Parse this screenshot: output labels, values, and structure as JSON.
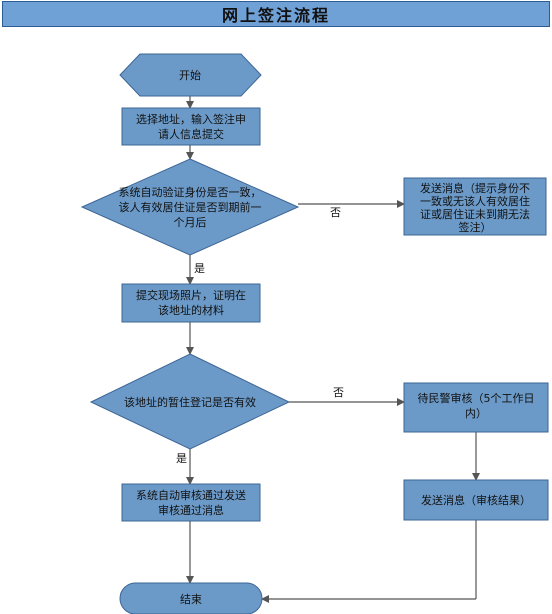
{
  "title": "网上签注流程",
  "colors": {
    "node_fill": "#6c9ac8",
    "node_stroke": "#3c6595",
    "title_fill": "#6fa0d6",
    "arrow": "#555555"
  },
  "nodes": {
    "start": {
      "lines": [
        "开始"
      ]
    },
    "input": {
      "lines": [
        "选择地址，输入签注申",
        "请人信息提交"
      ]
    },
    "verify": {
      "lines": [
        "系统自动验证身份是否一致，",
        "该人有效居住证是否到期前一",
        "个月后"
      ]
    },
    "msg_invalid": {
      "lines": [
        "发送消息（提示身份不",
        "一致或无该人有效居住",
        "证或居住证未到期无法",
        "签注）"
      ]
    },
    "photo": {
      "lines": [
        "提交现场照片，证明在",
        "该地址的材料"
      ]
    },
    "check_reg": {
      "lines": [
        "该地址的暂住登记是否有效"
      ]
    },
    "police": {
      "lines": [
        "待民警审核（5个工作日",
        "内）"
      ]
    },
    "auto_pass": {
      "lines": [
        "系统自动审核通过发送",
        "审核通过消息"
      ]
    },
    "msg_result": {
      "lines": [
        "发送消息（审核结果）"
      ]
    },
    "end": {
      "lines": [
        "结束"
      ]
    }
  },
  "edges": {
    "verify_no": "否",
    "verify_yes": "是",
    "check_no": "否",
    "check_yes": "是"
  }
}
